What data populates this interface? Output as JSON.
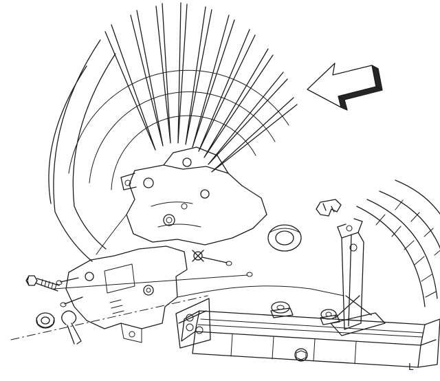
{
  "figure": {
    "title": "Transmission mount and frame crossmember service illustration",
    "background_color": "#ffffff",
    "line_color": "#1c1c1c",
    "arrow": {
      "meaning": "direction indicator",
      "points": "upper-left",
      "face_fill": "#ffffff",
      "shadow_fill": "#262626"
    },
    "bottom_right_label": "L",
    "parts": [
      "transmission bell housing with radial ribs",
      "transmission case",
      "transmission mount bracket",
      "mount through-bolt",
      "flange nut",
      "retainer clip",
      "insulator bushing",
      "winged stud",
      "frame crossmember",
      "transmission support bracket",
      "wedge plate",
      "centerline dash-dot leader"
    ]
  }
}
